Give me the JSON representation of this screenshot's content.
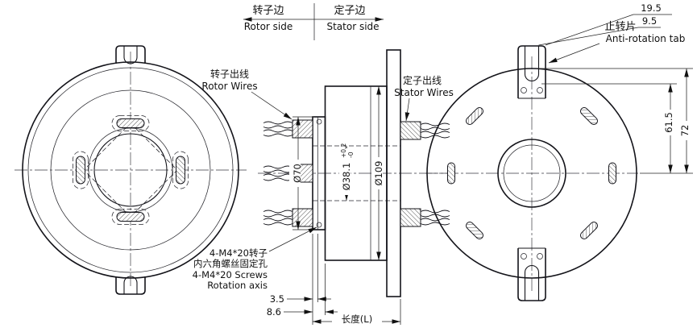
{
  "drawing": {
    "header": {
      "rotor_side_zh": "转子边",
      "rotor_side_en": "Rotor side",
      "stator_side_zh": "定子边",
      "stator_side_en": "Stator  side"
    },
    "callouts": {
      "rotor_wires_zh": "转子出线",
      "rotor_wires_en": "Rotor Wires",
      "stator_wires_zh": "定子出线",
      "stator_wires_en": "Stator Wires",
      "anti_rotation_zh": "止转片",
      "anti_rotation_en": "Anti-rotation tab",
      "screw_note_zh1": "4-M4*20转子",
      "screw_note_zh2": "内六角螺丝固定孔",
      "screw_note_en": "4-M4*20 Screws",
      "rotation_axis": "Rotation axis"
    },
    "dimensions": {
      "tab_width": "19.5",
      "tab_slot_width": "9.5",
      "center_to_slot": "61.5",
      "center_to_tab_top": "72",
      "rotor_flange_dia": "Ø70",
      "bore_dia": "Ø38.1",
      "bore_tol_plus": "+0.2",
      "bore_tol_minus": "-0",
      "body_dia": "Ø109",
      "step_3_5": "3.5",
      "step_8_6": "8.6",
      "length": "长度(L)"
    }
  }
}
